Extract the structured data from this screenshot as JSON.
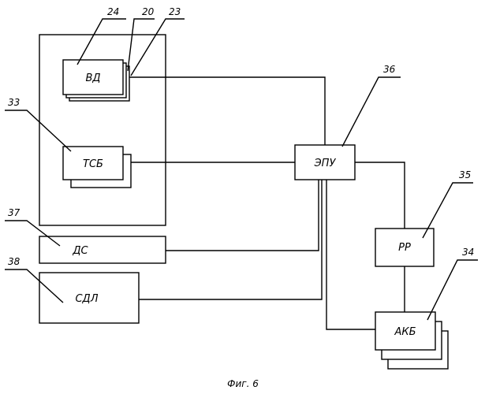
{
  "blocks": {
    "vd": "ВД",
    "tsb": "ТСБ",
    "epu": "ЭПУ",
    "ds": "ДС",
    "sdl": "СДЛ",
    "rr": "РР",
    "akb": "АКБ"
  },
  "refs": {
    "r24": "24",
    "r20": "20",
    "r23": "23",
    "r33": "33",
    "r36": "36",
    "r35": "35",
    "r37": "37",
    "r38": "38",
    "r34": "34"
  },
  "caption": "Фиг. 6"
}
